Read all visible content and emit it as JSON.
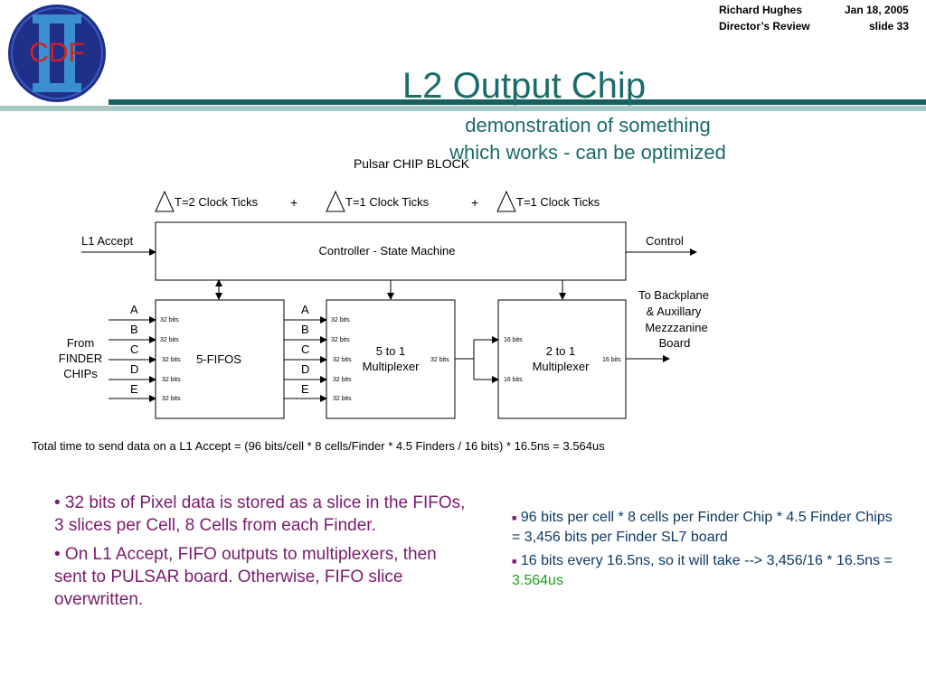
{
  "header": {
    "author": "Richard Hughes",
    "date": "Jan 18, 2005",
    "event": "Director’s  Review",
    "slide": "slide 33"
  },
  "logo": {
    "text": "CDF",
    "numeral": "II",
    "colors": {
      "ring": "#1f2f8a",
      "letters": "#d42020",
      "numeral": "#3a8fd0"
    }
  },
  "title": "L2 Output Chip",
  "subtitle": [
    "demonstration of something",
    "which works - can be optimized"
  ],
  "diagram": {
    "block_title": "Pulsar CHIP BLOCK",
    "ticks": [
      "T=2 Clock Ticks",
      "T=1 Clock Ticks",
      "T=1 Clock Ticks"
    ],
    "plus": [
      "+",
      "+"
    ],
    "controller": "Controller - State Machine",
    "l1_accept": "L1 Accept",
    "control": "Control",
    "from_finder": [
      "From",
      "FINDER",
      "CHIPs"
    ],
    "inputs_a": [
      "A",
      "B",
      "C",
      "D",
      "E"
    ],
    "inputs_b": [
      "A",
      "B",
      "C",
      "D",
      "E"
    ],
    "fifo_label": "5-FIFOS",
    "mux1": [
      "5 to 1",
      "Multiplexer"
    ],
    "mux2": [
      "2 to 1",
      "Multiplexer"
    ],
    "bits32": "32 bits",
    "bits16": "16 bits",
    "backplane": [
      "To Backplane",
      "& Auxillary",
      "Mezzzanine",
      "Board"
    ],
    "total_time": "Total time to send data on a L1 Accept = (96 bits/cell * 8 cells/Finder * 4.5 Finders / 16 bits) * 16.5ns = 3.564us"
  },
  "bullets_left": [
    "• 32 bits of Pixel data is stored as a slice in the FIFOs, 3 slices per Cell, 8 Cells from each Finder.",
    "• On L1 Accept, FIFO outputs to multiplexers, then sent to PULSAR board.  Otherwise, FIFO slice overwritten."
  ],
  "bullets_right": {
    "marker": "■",
    "item1": "96 bits per cell  * 8 cells per Finder Chip * 4.5 Finder Chips = 3,456 bits per Finder SL7 board",
    "item2_prefix": "16 bits every 16.5ns, so it will take  --> 3,456/16 * 16.5ns = ",
    "item2_highlight": "3.564us"
  },
  "colors": {
    "title": "#1a6b6b",
    "bullet_left": "#7a1a6e",
    "bullet_right": "#0d3a66",
    "highlight": "#1aa01a",
    "bar_dark": "#1a5f5f",
    "bar_light": "#a8c8c8"
  }
}
